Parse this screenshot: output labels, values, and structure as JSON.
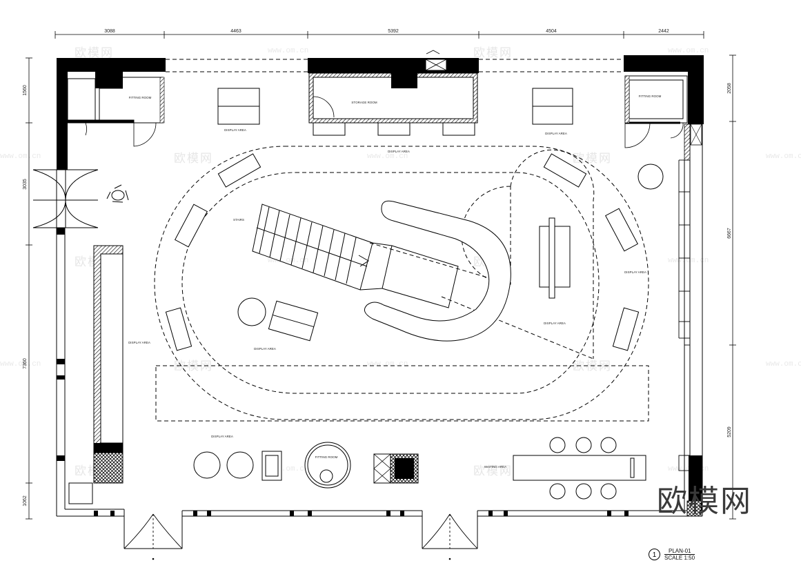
{
  "dimensions": {
    "top": [
      "3088",
      "4463",
      "5392",
      "4504",
      "2442"
    ],
    "right": [
      "2058",
      "6667",
      "5209"
    ],
    "left": [
      "1560",
      "3035",
      "7360",
      "1062"
    ]
  },
  "rooms": {
    "fitting_room_left": "FITTING ROOM",
    "storage_room": "STORAGE ROOM",
    "fitting_room_right": "FITTING ROOM",
    "stairs": "STAIRS",
    "fitting_room_round": "FITTING ROOM",
    "waiting_area": "WAITING AREA"
  },
  "display_labels": {
    "top_left": "DISPLAY AREA",
    "top_right": "DISPLAY AREA",
    "oval_top": "DISPLAY AREA",
    "right": "DISPLAY AREA",
    "center_right": "DISPLAY AREA",
    "left_wall": "DISPLAY AREA",
    "center_left": "DISPLAY AREA",
    "bottom_left": "DISPLAY AREA"
  },
  "watermark": {
    "logo": "欧模网",
    "url": "www.om.cn"
  },
  "title_block": {
    "number": "1",
    "name": "PLAN-01",
    "scale": "SCALE 1:50"
  }
}
